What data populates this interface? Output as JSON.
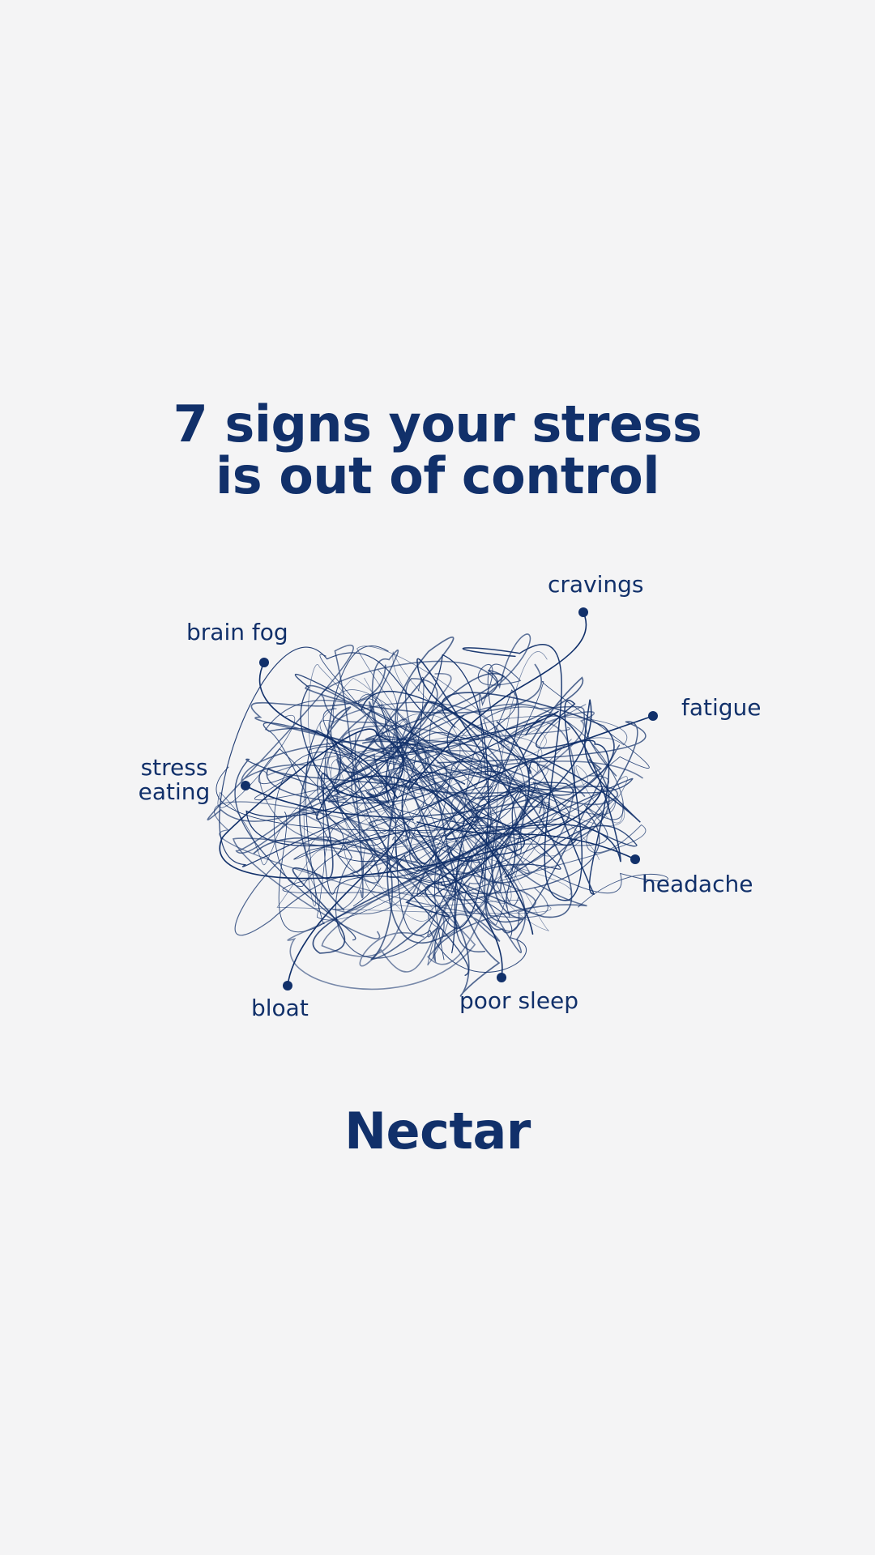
{
  "title": {
    "line1": "7 signs your stress",
    "line2": "is out of control"
  },
  "labels": {
    "cravings": "cravings",
    "brain_fog": "brain fog",
    "fatigue": "fatigue",
    "stress_line1": "stress",
    "stress_line2": "eating",
    "headache": "headache",
    "bloat": "bloat",
    "poor_sleep": "poor sleep"
  },
  "brand": "Nectar",
  "colors": {
    "background": "#f4f4f5",
    "ink": "#11306a"
  }
}
